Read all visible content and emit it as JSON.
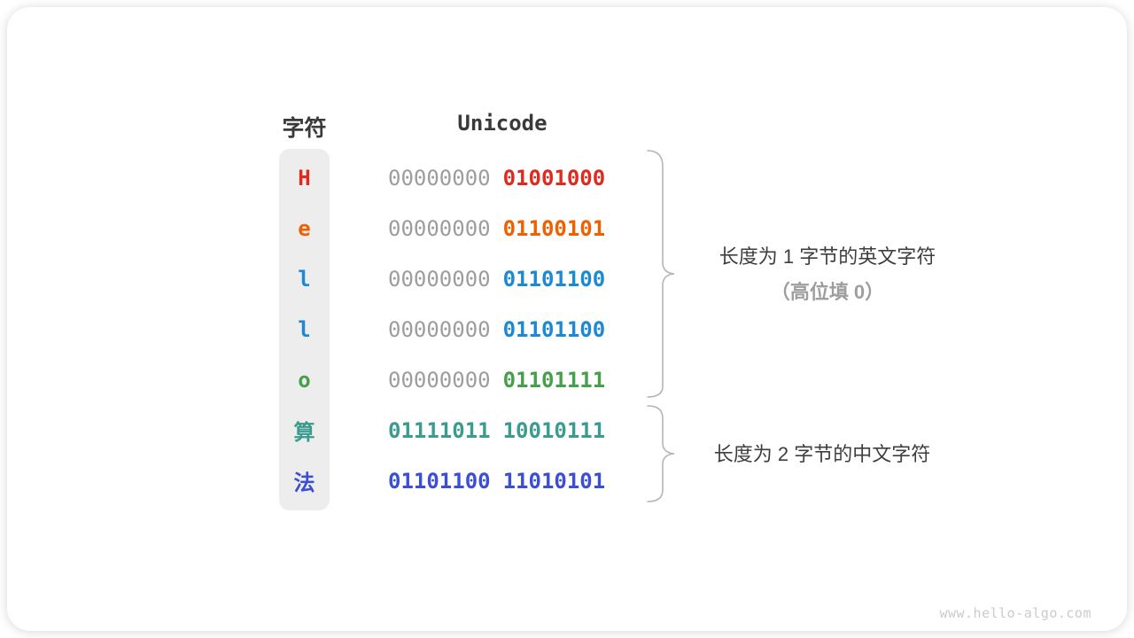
{
  "table": {
    "headers": {
      "char": "字符",
      "unicode": "Unicode"
    },
    "rows": [
      {
        "char": "H",
        "char_color": "#e02a1e",
        "bytes": [
          "00000000",
          "01001000"
        ],
        "byte_colors": [
          "#9d9d9d",
          "#e02a1e"
        ],
        "byte_weights": [
          "400",
          "700"
        ]
      },
      {
        "char": "e",
        "char_color": "#ee6000",
        "bytes": [
          "00000000",
          "01100101"
        ],
        "byte_colors": [
          "#9d9d9d",
          "#ee6000"
        ],
        "byte_weights": [
          "400",
          "700"
        ]
      },
      {
        "char": "l",
        "char_color": "#1d88d4",
        "bytes": [
          "00000000",
          "01101100"
        ],
        "byte_colors": [
          "#9d9d9d",
          "#1d88d4"
        ],
        "byte_weights": [
          "400",
          "700"
        ]
      },
      {
        "char": "l",
        "char_color": "#1d88d4",
        "bytes": [
          "00000000",
          "01101100"
        ],
        "byte_colors": [
          "#9d9d9d",
          "#1d88d4"
        ],
        "byte_weights": [
          "400",
          "700"
        ]
      },
      {
        "char": "o",
        "char_color": "#46a04b",
        "bytes": [
          "00000000",
          "01101111"
        ],
        "byte_colors": [
          "#9d9d9d",
          "#46a04b"
        ],
        "byte_weights": [
          "400",
          "700"
        ]
      },
      {
        "char": "算",
        "char_color": "#3a9b8e",
        "bytes": [
          "01111011",
          "10010111"
        ],
        "byte_colors": [
          "#3a9b8e",
          "#3a9b8e"
        ],
        "byte_weights": [
          "700",
          "700"
        ]
      },
      {
        "char": "法",
        "char_color": "#3b4ed6",
        "bytes": [
          "01101100",
          "11010101"
        ],
        "byte_colors": [
          "#3b4ed6",
          "#3b4ed6"
        ],
        "byte_weights": [
          "700",
          "700"
        ]
      }
    ]
  },
  "annotations": {
    "english_group": {
      "line1": "长度为 1 字节的英文字符",
      "line2": "（高位填 0）"
    },
    "chinese_group": {
      "line1": "长度为 2 字节的中文字符"
    }
  },
  "colors": {
    "brace": "#b5b5b5",
    "column_background": "#ededed",
    "text_dark": "#3e3e3e",
    "text_secondary": "#9e9e9e",
    "byte_gray": "#9d9d9d"
  },
  "watermark": "www.hello-algo.com"
}
